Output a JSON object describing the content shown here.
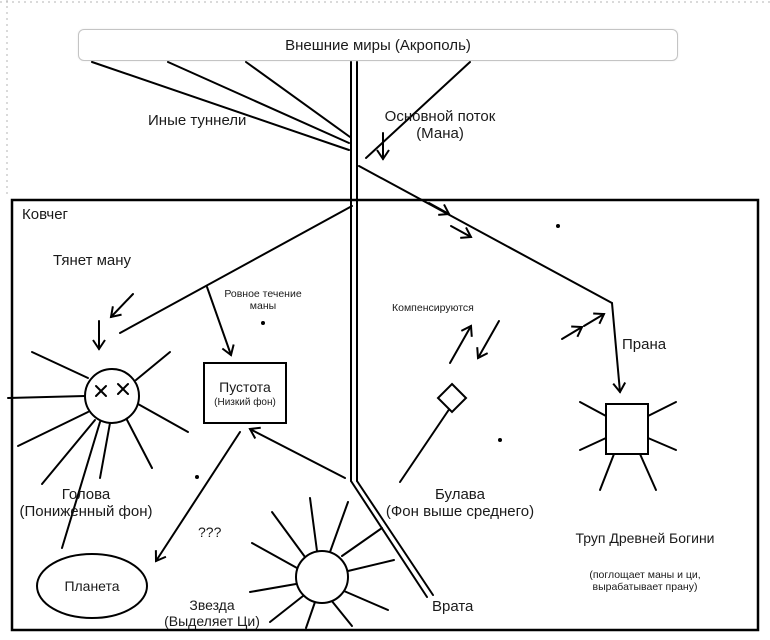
{
  "top": {
    "outer_worlds": "Внешние миры (Акрополь)",
    "other_tunnels": "Иные туннели",
    "main_flow": "Основной поток\n(Мана)"
  },
  "ark": {
    "title": "Ковчег",
    "pulls_mana": "Тянет ману",
    "even_flow": "Ровное течение\nманы",
    "void": {
      "title": "Пустота",
      "subtitle": "(Низкий фон)"
    },
    "compensated": "Компенсируются",
    "prana": "Прана",
    "head": "Голова\n(Пониженный фон)",
    "mace": "Булава\n(Фон выше среднего)",
    "goddess": {
      "title": "Труп Древней Богини",
      "subtitle": "(поглощает маны и ци,\nвырабатывает прану)"
    },
    "planet": "Планета",
    "star": "Звезда\n(Выделяет Ци)",
    "gates": "Врата",
    "question": "???"
  },
  "colors": {
    "ink": "#000000",
    "box_border": "#c4c4c4",
    "background": "#ffffff"
  }
}
